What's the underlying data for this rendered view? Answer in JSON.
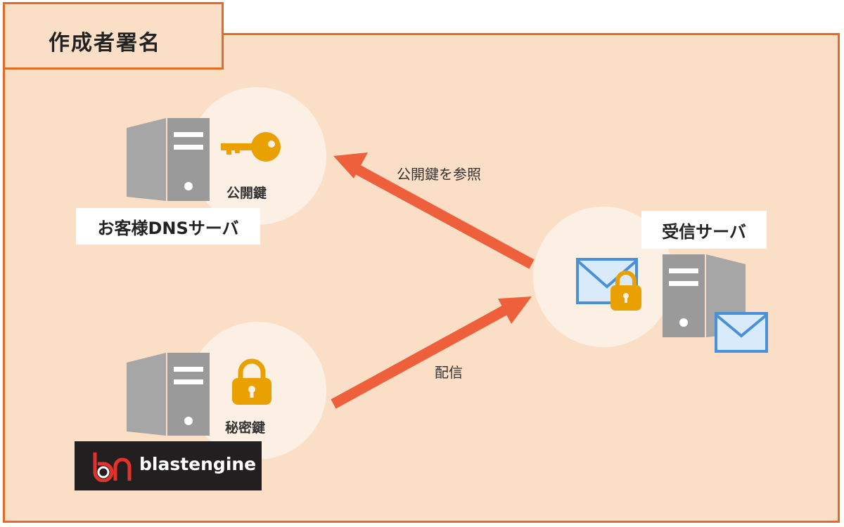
{
  "title": "作成者署名",
  "nodes": {
    "dns_server": {
      "label": "お客様DNSサーバ",
      "key_label": "公開鍵"
    },
    "sender": {
      "key_label": "秘密鍵",
      "brand": "blastengine"
    },
    "receiver": {
      "label": "受信サーバ"
    }
  },
  "arrows": {
    "lookup": "公開鍵を参照",
    "delivery": "配信"
  },
  "colors": {
    "frame": "#e36b28",
    "panel": "#fadfc6",
    "arrow": "#ee5f3c",
    "key": "#e8a100",
    "envelope": "#4a90d9",
    "server": "#9a9a9a"
  }
}
